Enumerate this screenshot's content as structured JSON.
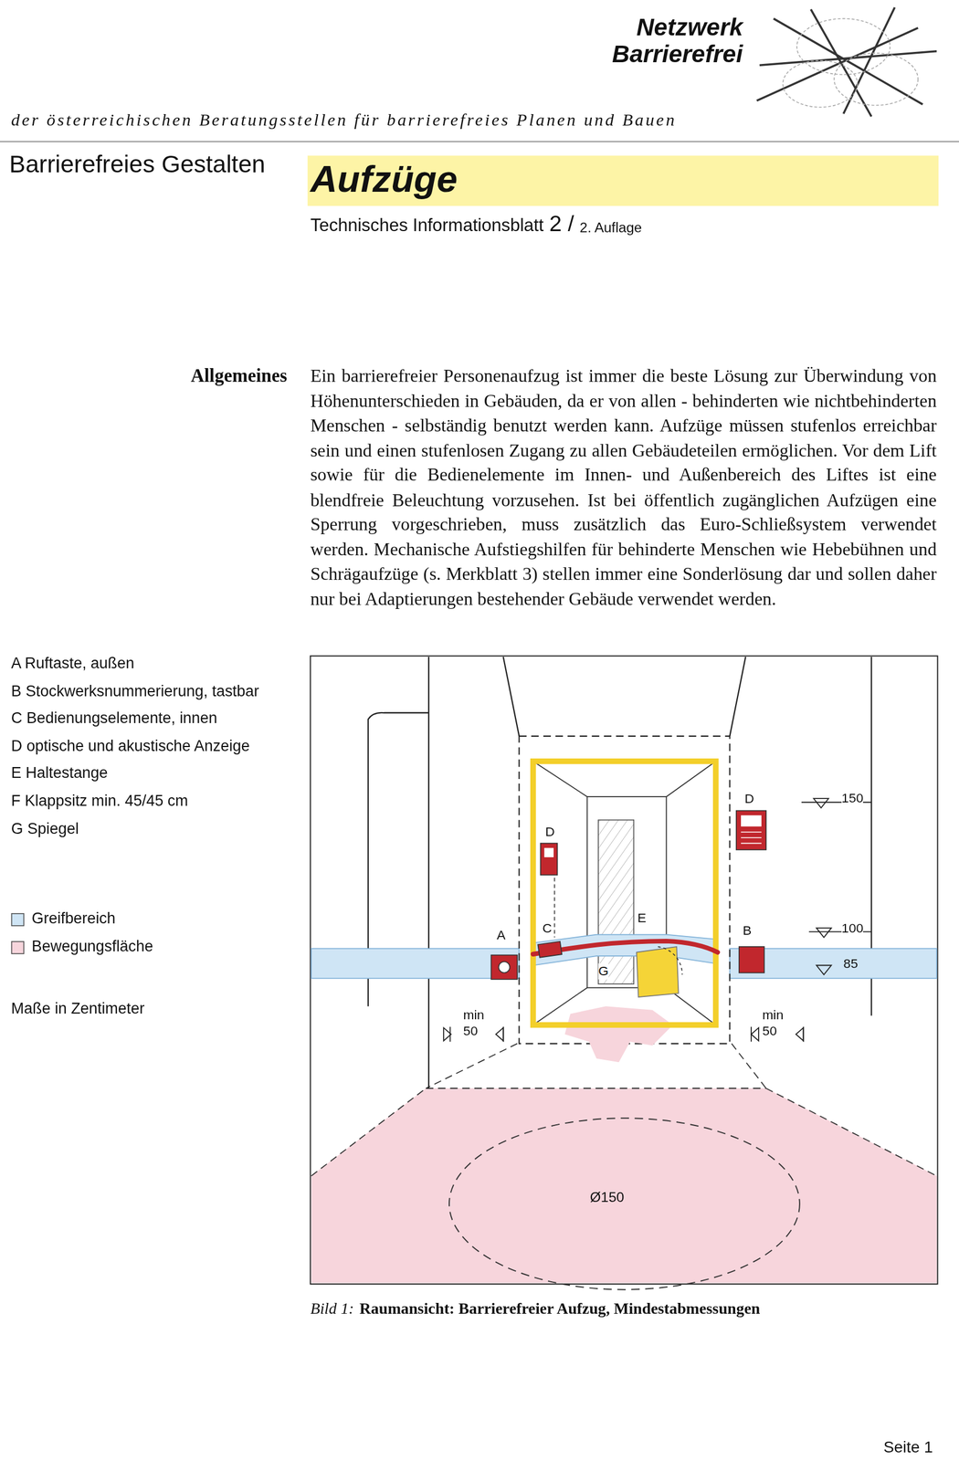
{
  "diagram": {
    "title": "Aufzüge",
    "caption": "Raumansicht: Barrierefreier Aufzug, Mindestabmessungen",
    "labels": [
      "Netzwerk",
      "Barrierefrei",
      "der österreichischen Beratungsstellen für barrierefreies Planen und Bauen",
      "Barrierefreies Gestalten",
      "Technisches Informationsblatt",
      "2 /",
      "2. Auflage",
      "Allgemeines",
      "Ein barrierefreier Personenaufzug ist immer die beste Lösung zur Überwindung von Höhenunterschieden in Gebäuden, da er von allen - behinderten wie nichtbehinderten Menschen - selbständig benutzt werden kann. Aufzüge müssen stufenlos erreichbar sein und einen stufenlosen Zugang zu allen Gebäudeteilen ermöglichen. Vor dem Lift sowie für die Bedienelemente im Innen- und Außenbereich des Liftes ist eine blendfreie Beleuchtung vorzusehen. Ist bei öffentlich zugänglichen Aufzügen eine Sperrung vorgeschrieben, muss zusätzlich das Euro-Schließsystem verwendet werden. Mechanische Aufstiegshilfen für behinderte Menschen wie Hebebühnen und Schrägaufzüge (s. Merkblatt 3) stellen immer eine Sonderlösung dar und sollen daher nur bei Adaptierungen bestehender Gebäude verwendet werden.",
      "A Ruftaste, außen",
      "B Stockwerksnummerierung, tastbar",
      "C Bedienungselemente, innen",
      "D optische und akustische Anzeige",
      "E Haltestange",
      "F Klappsitz min. 45/45 cm",
      "G Spiegel",
      "Maße in Zentimeter",
      "D",
      "D",
      "150",
      "A",
      "C",
      "E",
      "B",
      "100",
      "85",
      "G",
      "min 50",
      "min 50",
      "Ø150",
      "Bild 1:",
      "Seite 1"
    ],
    "legend": [
      {
        "text": "Greifbereich",
        "color": "#cfe5f5"
      },
      {
        "text": "Bewegungsfläche",
        "color": "#f7d5dc"
      }
    ]
  }
}
